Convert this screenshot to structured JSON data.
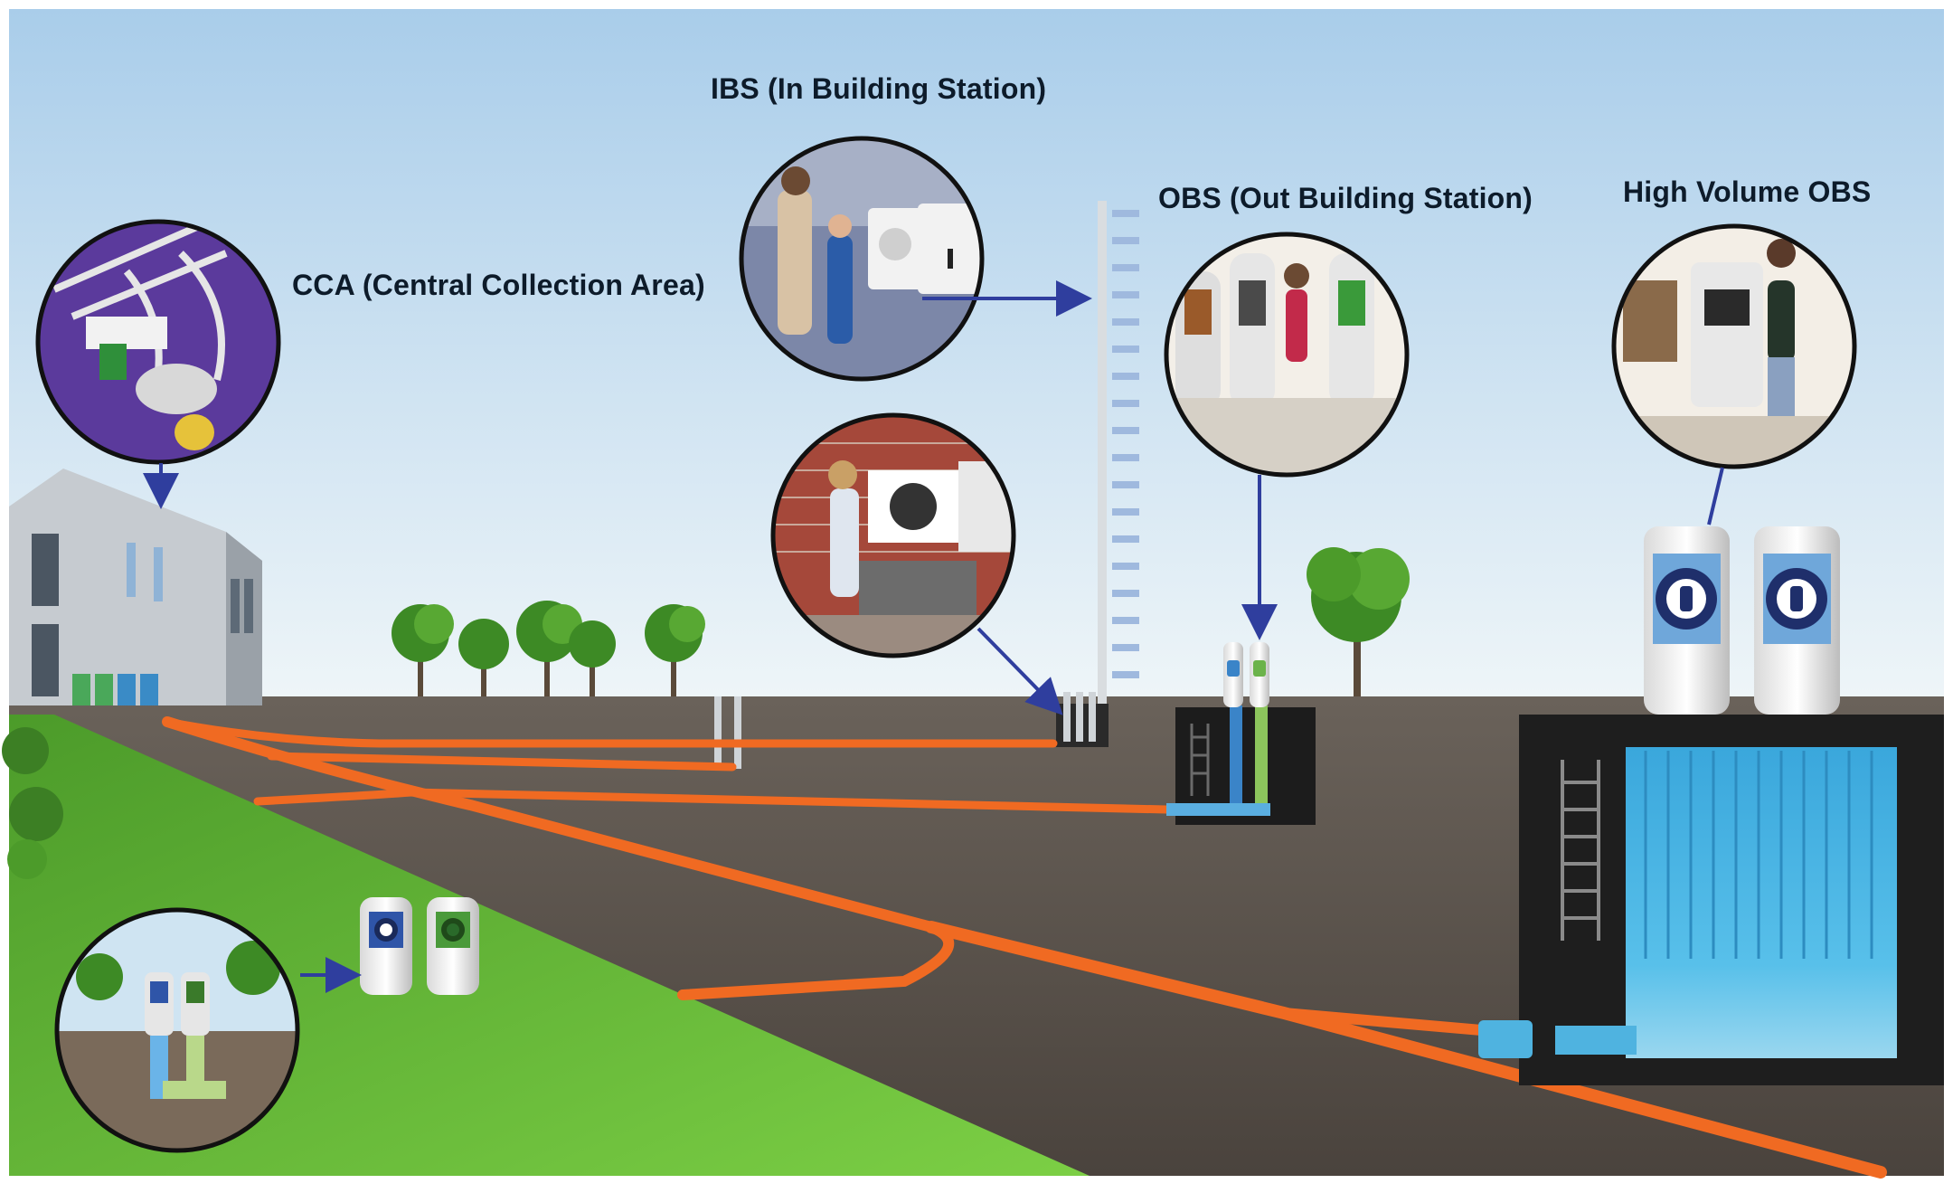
{
  "labels": {
    "ibs": "IBS (In Building Station)",
    "obs": "OBS (Out Building Station)",
    "high_volume_obs": "High Volume OBS",
    "cca": "CCA (Central Collection Area)"
  },
  "colors": {
    "sky_top": "#b7d6ef",
    "sky_bottom": "#e9f3f8",
    "pipe": "#f06a22",
    "ground": "#5b534c",
    "grass": "#6cc23a",
    "badge_border": "#111111",
    "arrow": "#2f3e9e",
    "inlet_blue": "#3a84c8",
    "inlet_green": "#6bb34a",
    "container_blue": "#4fb3e0"
  },
  "icons": [
    "building-icon",
    "tree-icon",
    "waste-inlet-icon",
    "chimney-icon",
    "container-icon",
    "ladder-icon"
  ]
}
